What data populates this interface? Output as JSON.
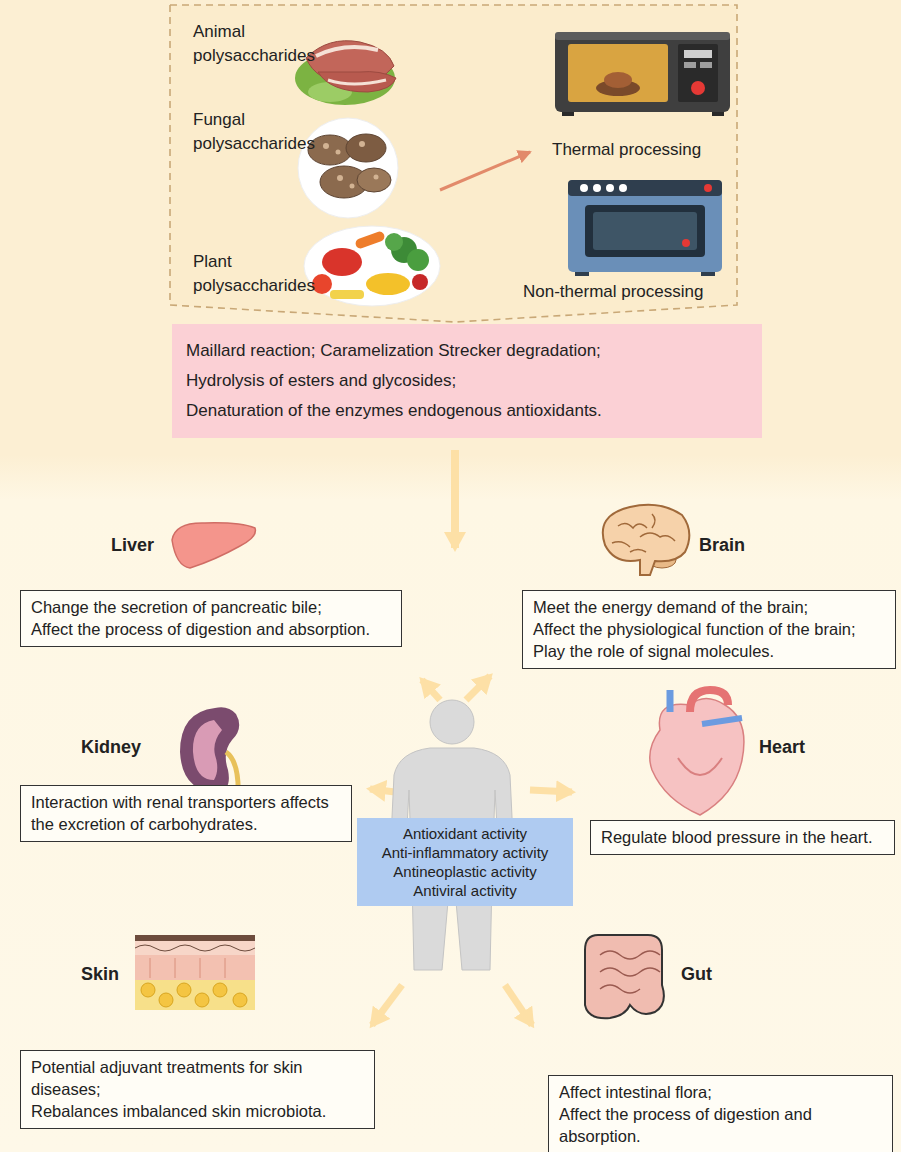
{
  "diagram": {
    "nodes": [
      {
        "text": [
          "Maillard reaction; Caramelization Strecker degradation;",
          "Hydrolysis of esters and glycosides;",
          "Denaturation of the enzymes endogenous antioxidants."
        ]
      },
      {
        "text": [
          "Liver",
          "Change the secretion of pancreatic bile;",
          "Affect the process of digestion and absorption."
        ]
      },
      {
        "text": [
          "Brain",
          "Meet the energy demand of the brain;",
          "Affect the physiological function of the brain;",
          "Play the role of signal molecules."
        ]
      },
      {
        "text": [
          "Kidney",
          "Interaction with renal transporters affects the excretion of carbohydrates."
        ]
      },
      {
        "text": [
          "Antioxidant activity",
          "Anti-inflammatory activity",
          "Antineoplastic activity",
          "Antiviral activity"
        ]
      },
      {
        "text": [
          "Heart",
          "Regulate blood pressure in the heart."
        ]
      },
      {
        "text": [
          "Skin",
          "Potential adjuvant treatments for skin diseases;",
          "Rebalances imbalanced skin microbiota."
        ]
      },
      {
        "text": [
          "Gut",
          "Affect intestinal flora;",
          "Affect the process of digestion and absorption."
        ]
      }
    ],
    "labels": [
      "Animal polysaccharides",
      "Fungal polysaccharides",
      "Thermal processing",
      "Plant polysaccharides",
      "Non-thermal processing"
    ]
  }
}
